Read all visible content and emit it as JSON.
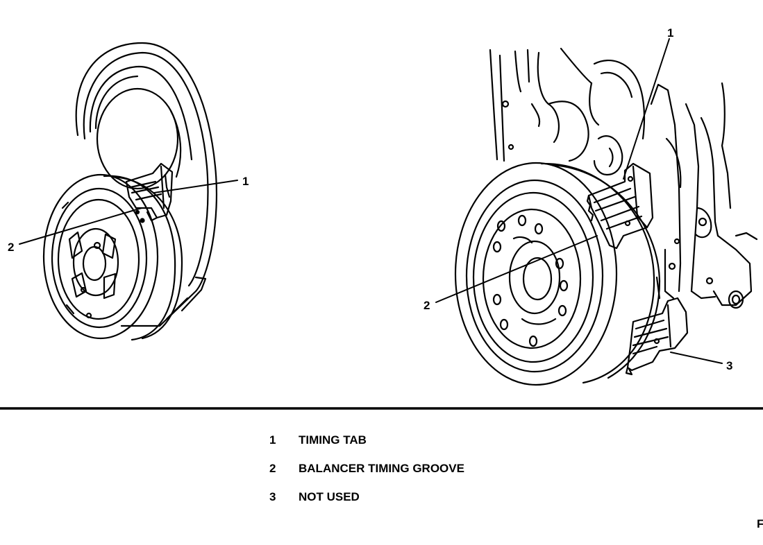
{
  "callouts": {
    "left_1": "1",
    "left_2": "2",
    "right_1": "1",
    "right_2": "2",
    "right_3": "3"
  },
  "legend": [
    {
      "number": "1",
      "label": "TIMING TAB"
    },
    {
      "number": "2",
      "label": "BALANCER TIMING GROOVE"
    },
    {
      "number": "3",
      "label": "NOT USED"
    }
  ],
  "corner_text": "F",
  "colors": {
    "ink": "#000000",
    "paper": "#ffffff"
  }
}
